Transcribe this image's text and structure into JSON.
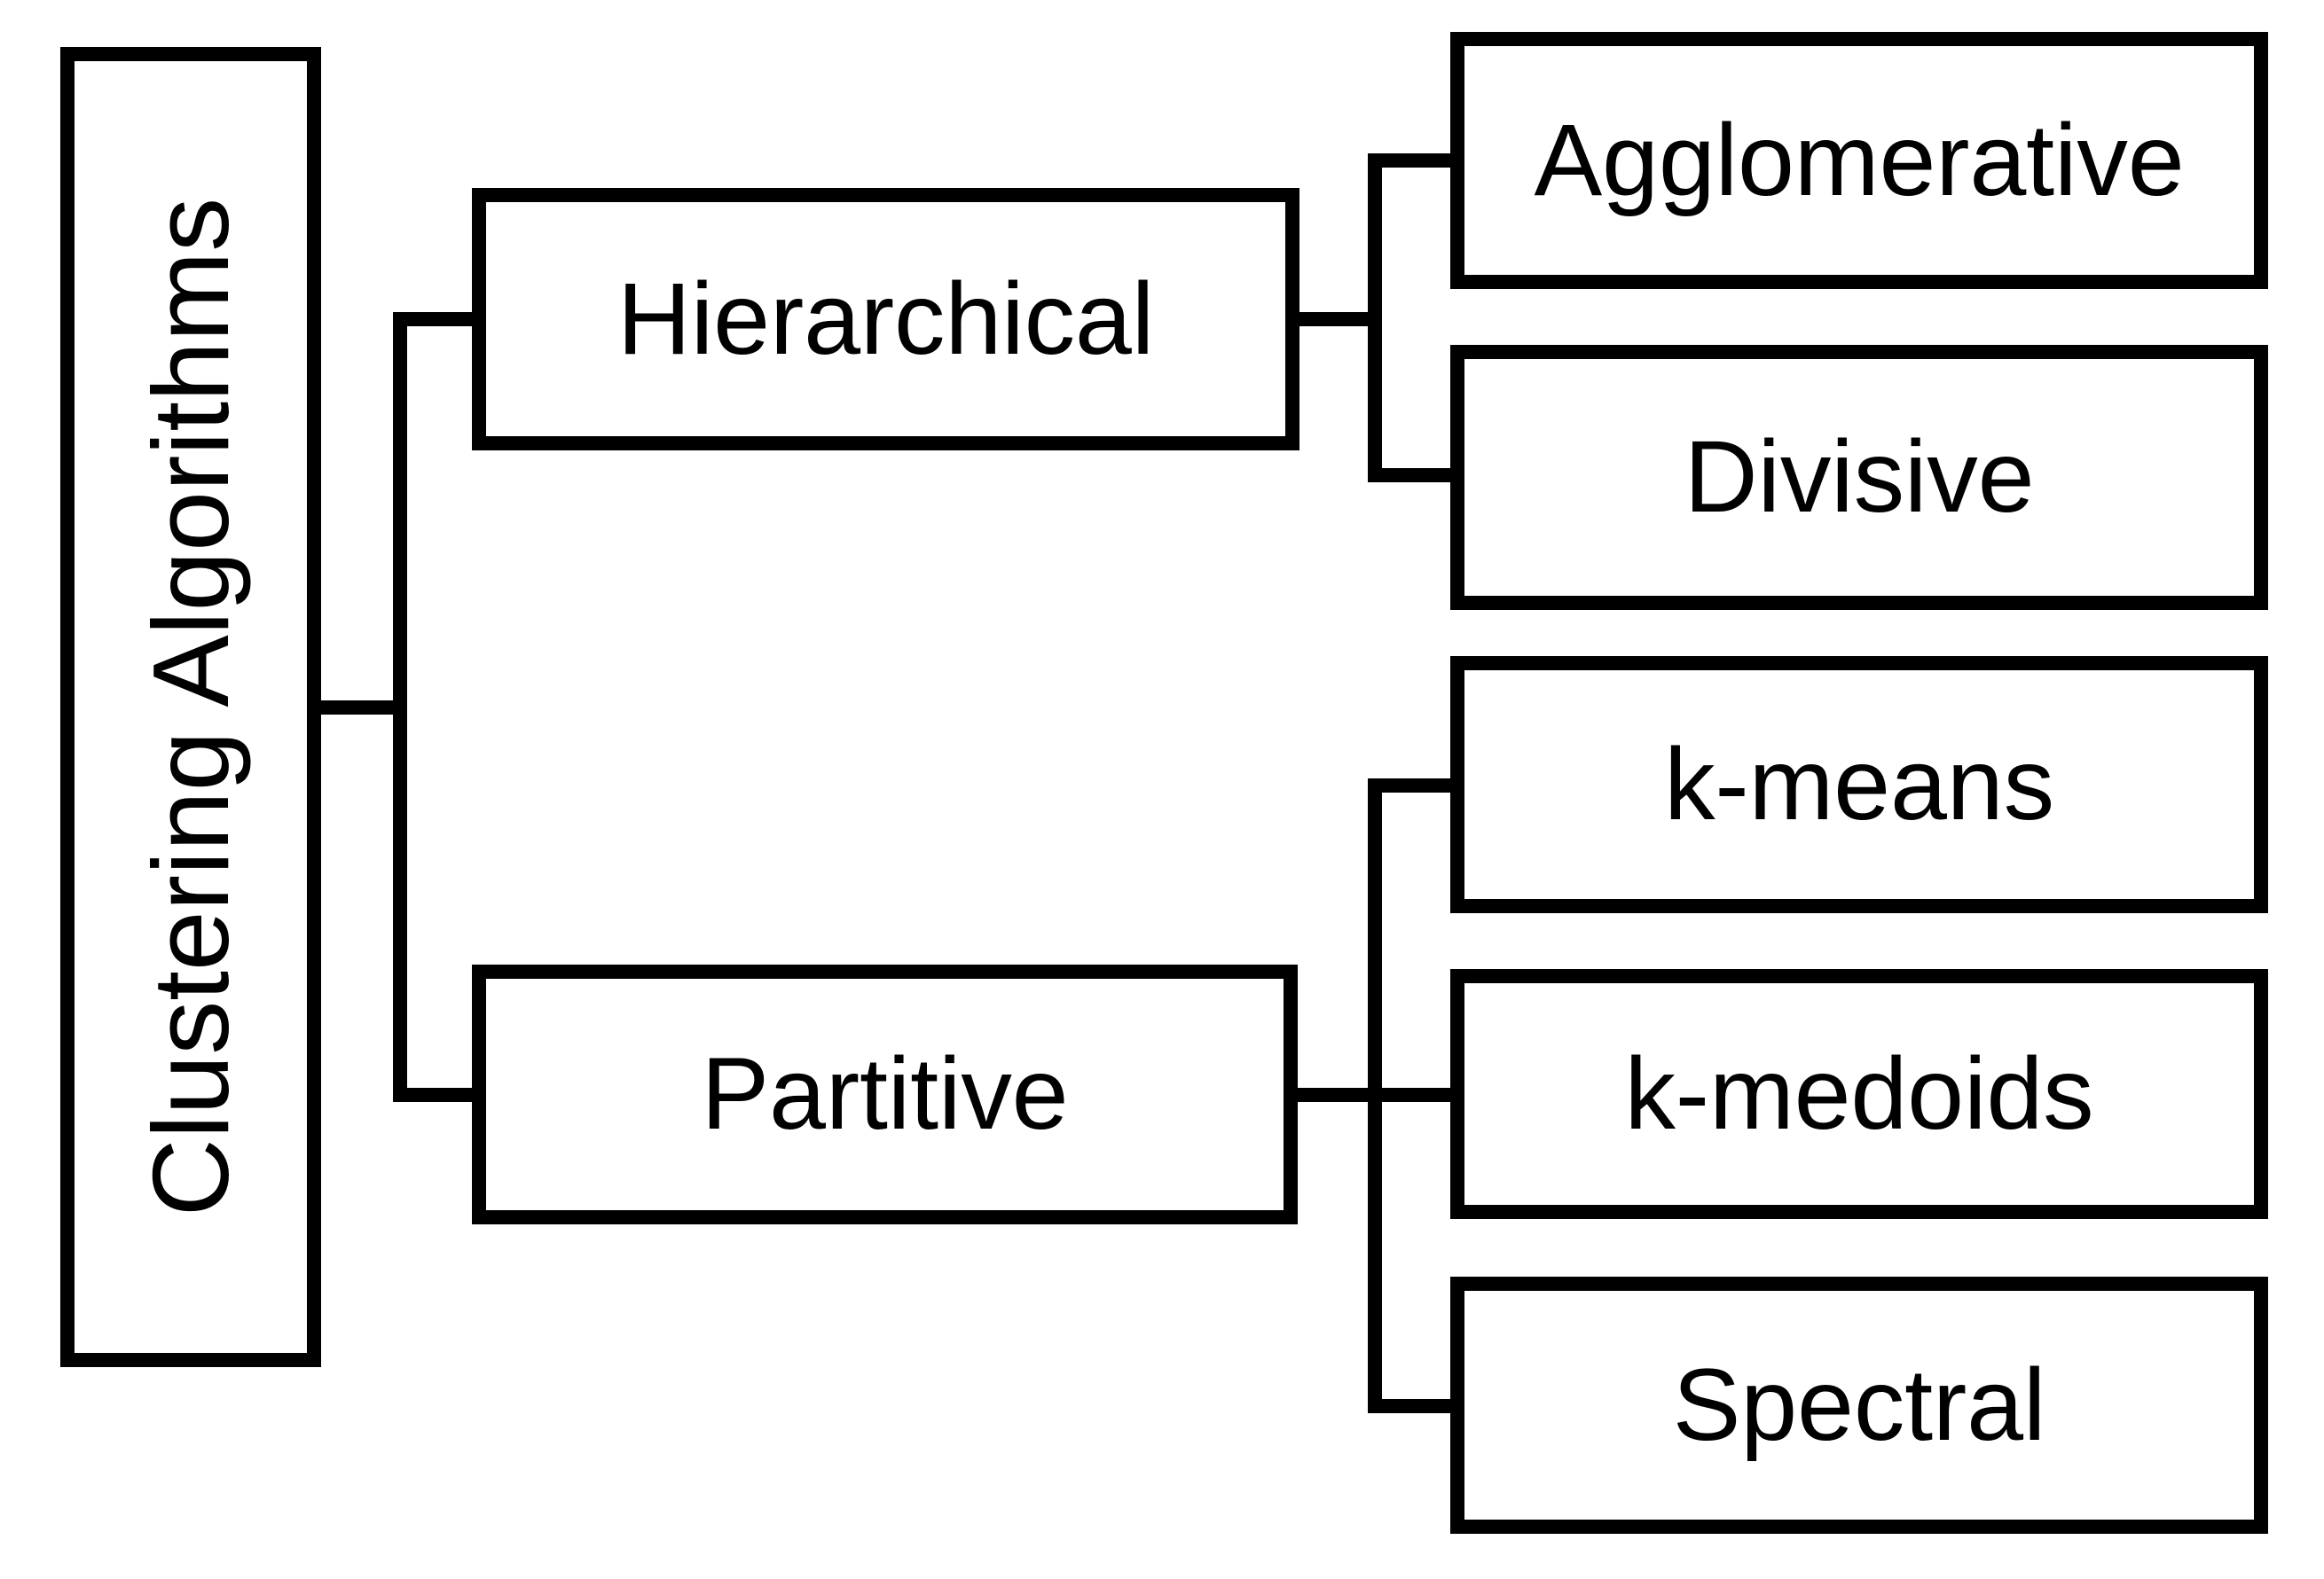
{
  "diagram": {
    "background_color": "#ffffff",
    "line_color": "#000000",
    "text_color": "#000000",
    "root": {
      "label": "Clustering Algorithms"
    },
    "branches": [
      {
        "label": "Hierarchical",
        "children": [
          {
            "label": "Agglomerative"
          },
          {
            "label": "Divisive"
          }
        ]
      },
      {
        "label": "Partitive",
        "children": [
          {
            "label": "k-means"
          },
          {
            "label": "k-medoids"
          },
          {
            "label": "Spectral"
          }
        ]
      }
    ]
  }
}
